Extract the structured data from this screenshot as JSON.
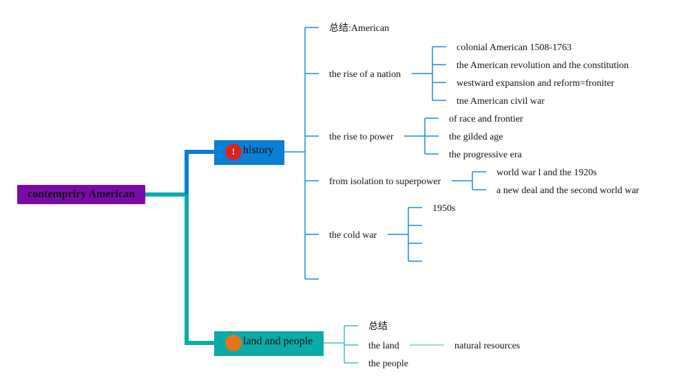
{
  "root": {
    "label": "contempriry American"
  },
  "history": {
    "label": "history",
    "badge": "!",
    "color": "#0a7fd6",
    "badge_color": "#d9261c",
    "children": {
      "summary": "总结:American",
      "rise_nation": {
        "label": "the rise of a nation",
        "items": [
          "colonial American 1508-1763",
          "the American revolution and the constitution",
          "westward expansion and reform=froniter",
          "tne American civil war"
        ]
      },
      "rise_power": {
        "label": "the rise to power",
        "items": [
          "of race and frontier",
          "the gilded age",
          "the progressive era"
        ]
      },
      "isolation": {
        "label": "from isolation to superpower",
        "items": [
          "world war l and the 1920s",
          "a new deal and the second world war"
        ]
      },
      "cold_war": {
        "label": "the cold war",
        "items": [
          "1950s"
        ]
      }
    }
  },
  "land": {
    "label": "land and people",
    "badge": "",
    "color": "#0aaba8",
    "badge_color": "#e8731c",
    "children": {
      "summary": "总结",
      "the_land": {
        "label": "the land",
        "items": [
          "natural resources"
        ]
      },
      "the_people": "the people"
    }
  },
  "colors": {
    "root_fill": "#7a0aa8",
    "trunk_history": "#0a7fd6",
    "trunk_land": "#0aaba8",
    "branch_blue": "#4aa3e0",
    "branch_teal": "#5cc8c6"
  }
}
